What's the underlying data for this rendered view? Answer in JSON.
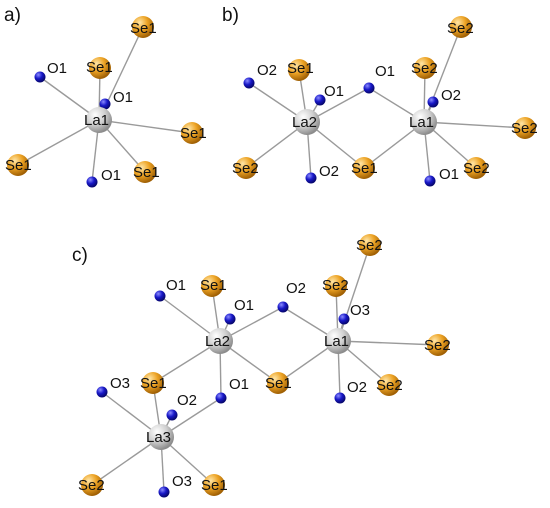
{
  "panels": {
    "a": "a)",
    "b": "b)",
    "c": "c)"
  },
  "colors": {
    "la": "#c8c8c8",
    "se": "#e69a12",
    "o": "#1414b4",
    "bond": "#9a9a9a"
  },
  "atoms": {
    "a_se_top": "Se1",
    "a_se_mid": "Se1",
    "a_o_top": "O1",
    "a_o_mid": "O1",
    "a_la": "La1",
    "a_se_right": "Se1",
    "a_se_left": "Se1",
    "a_se_bot": "Se1",
    "a_o_bot": "O1",
    "b_se_top_right": "Se2",
    "b_se_top_mid": "Se2",
    "b_se_top_left": "Se1",
    "b_o_left": "O2",
    "b_o_bridge_label": "O1",
    "b_o_la1": "O2",
    "b_la2": "La2",
    "b_la1": "La1",
    "b_se_right": "Se2",
    "b_se_bot_left": "Se2",
    "b_o_bot_left": "O2",
    "b_se_bridge": "Se1",
    "b_se_bot_right": "Se2",
    "b_o_bot_right": "O1",
    "c_se_top": "Se2",
    "c_o_top_left": "O1",
    "c_se_top_mid": "Se1",
    "c_o_bridge": "O2",
    "c_se_top_right": "Se2",
    "c_o_la2": "O1",
    "c_o_la1": "O3",
    "c_la2": "La2",
    "c_la1": "La1",
    "c_se_right": "Se2",
    "c_o_left": "O3",
    "c_se_left": "Se1",
    "c_o_bridge2": "O1",
    "c_se_bridge": "Se1",
    "c_se_right_low": "Se2",
    "c_o_la1_bot": "O2",
    "c_o_la3": "O2",
    "c_la3": "La3",
    "c_se_bot_left": "Se2",
    "c_o_bot": "O3",
    "c_se_bot_right": "Se1"
  }
}
